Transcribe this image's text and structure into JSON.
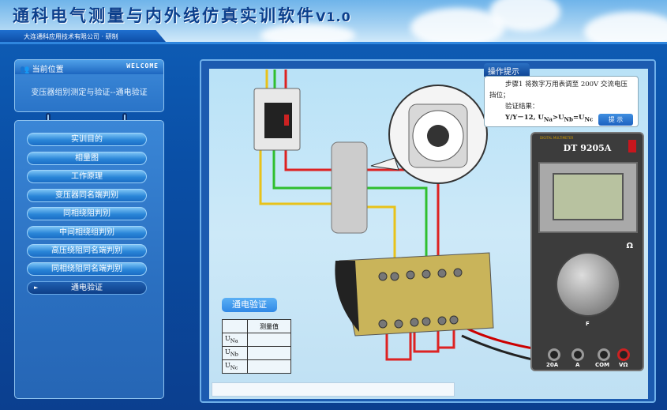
{
  "header": {
    "title": "通科电气测量与内外线仿真实训软件",
    "version": "V1.0",
    "company": "大连通科应用技术有限公司 · 研制"
  },
  "location": {
    "label": "当前位置",
    "welcome": "WELCOME",
    "path": "变压器组别测定与验证--通电验证"
  },
  "menu": {
    "items": [
      {
        "label": "实训目的"
      },
      {
        "label": "相量图"
      },
      {
        "label": "工作原理"
      },
      {
        "label": "变压器同名端判别"
      },
      {
        "label": "同相绕阻判别"
      },
      {
        "label": "中间相绕组判别"
      },
      {
        "label": "高压绕阻同名端判别"
      },
      {
        "label": "同相绕阻同名端判别"
      },
      {
        "label": "通电验证",
        "active": true,
        "marker": "►"
      }
    ]
  },
  "hint": {
    "tab": "操作提示",
    "line1": "步骤1 将数字万用表调至 200V 交流电压挡位；",
    "line2": "验证结果：",
    "line3": "Y/Y－12, U",
    "sub_a": "Na",
    ">": ">",
    "sub_b": "Nb",
    "sub_c": "Nc",
    "button": "提 示"
  },
  "verify": {
    "title": "通电验证",
    "header": "测量值",
    "rows": [
      {
        "label": "U",
        "sub": "Na",
        "value": ""
      },
      {
        "label": "U",
        "sub": "Nb",
        "value": ""
      },
      {
        "label": "U",
        "sub": "Nc",
        "value": ""
      }
    ]
  },
  "multimeter": {
    "model": "DT 9205A",
    "subtitle": "DIGITAL MULTIMETER",
    "ohm": "Ω",
    "jacks": [
      "20A",
      "A",
      "COM",
      "VΩ"
    ],
    "mode": "F"
  },
  "bottom_input": {
    "value": ""
  },
  "colors": {
    "accent": "#2a86d8",
    "background": "#0b4fa6"
  }
}
